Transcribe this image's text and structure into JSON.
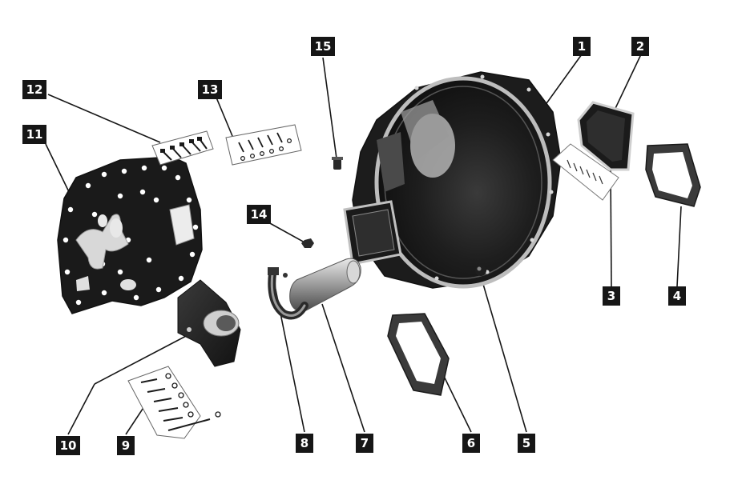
{
  "callouts": [
    {
      "id": "1",
      "label": "1"
    },
    {
      "id": "2",
      "label": "2"
    },
    {
      "id": "3",
      "label": "3"
    },
    {
      "id": "4",
      "label": "4"
    },
    {
      "id": "5",
      "label": "5"
    },
    {
      "id": "6",
      "label": "6"
    },
    {
      "id": "7",
      "label": "7"
    },
    {
      "id": "8",
      "label": "8"
    },
    {
      "id": "9",
      "label": "9"
    },
    {
      "id": "10",
      "label": "10"
    },
    {
      "id": "11",
      "label": "11"
    },
    {
      "id": "12",
      "label": "12"
    },
    {
      "id": "13",
      "label": "13"
    },
    {
      "id": "14",
      "label": "14"
    },
    {
      "id": "15",
      "label": "15"
    }
  ],
  "parts": [
    {
      "callout": "1",
      "icon": "clutch-housing-icon"
    },
    {
      "callout": "2",
      "icon": "cover-plate-icon"
    },
    {
      "callout": "3",
      "icon": "bolt-set-icon"
    },
    {
      "callout": "4",
      "icon": "gasket-icon"
    },
    {
      "callout": "5",
      "icon": "plug-icon"
    },
    {
      "callout": "6",
      "icon": "gasket-icon"
    },
    {
      "callout": "7",
      "icon": "tube-icon"
    },
    {
      "callout": "8",
      "icon": "elbow-fitting-icon"
    },
    {
      "callout": "9",
      "icon": "bolt-set-icon"
    },
    {
      "callout": "10",
      "icon": "bracket-icon"
    },
    {
      "callout": "11",
      "icon": "adapter-plate-icon"
    },
    {
      "callout": "12",
      "icon": "bolt-set-icon"
    },
    {
      "callout": "13",
      "icon": "bolt-set-icon"
    },
    {
      "callout": "14",
      "icon": "nut-icon"
    },
    {
      "callout": "15",
      "icon": "plug-icon"
    }
  ],
  "colors": {
    "ink": "#161616",
    "paper": "#ffffff",
    "metal_dark": "#2b2b2b",
    "metal_mid": "#6e6e6e",
    "metal_light": "#cfcfcf"
  }
}
